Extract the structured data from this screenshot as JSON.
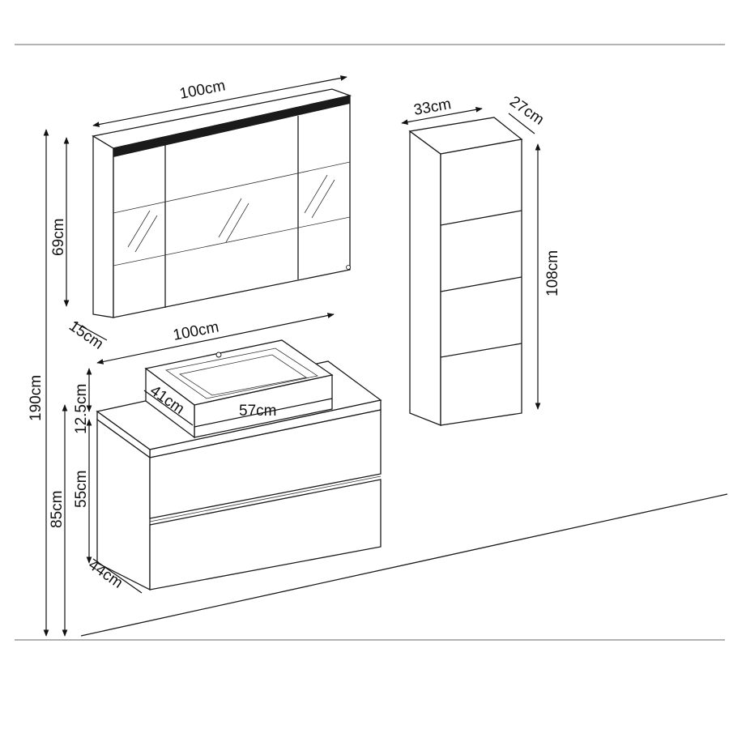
{
  "diagram": {
    "mirror_cabinet": {
      "width": "100cm",
      "height": "69cm",
      "depth": "15cm"
    },
    "tall_cabinet": {
      "width": "33cm",
      "depth": "27cm",
      "height": "108cm"
    },
    "vanity_top": {
      "width": "100cm"
    },
    "basin": {
      "width": "57cm",
      "depth": "41cm",
      "height": "12.5cm"
    },
    "vanity": {
      "height": "55cm",
      "depth": "44cm",
      "floor_height": "85cm"
    },
    "overall": {
      "height": "190cm"
    }
  }
}
